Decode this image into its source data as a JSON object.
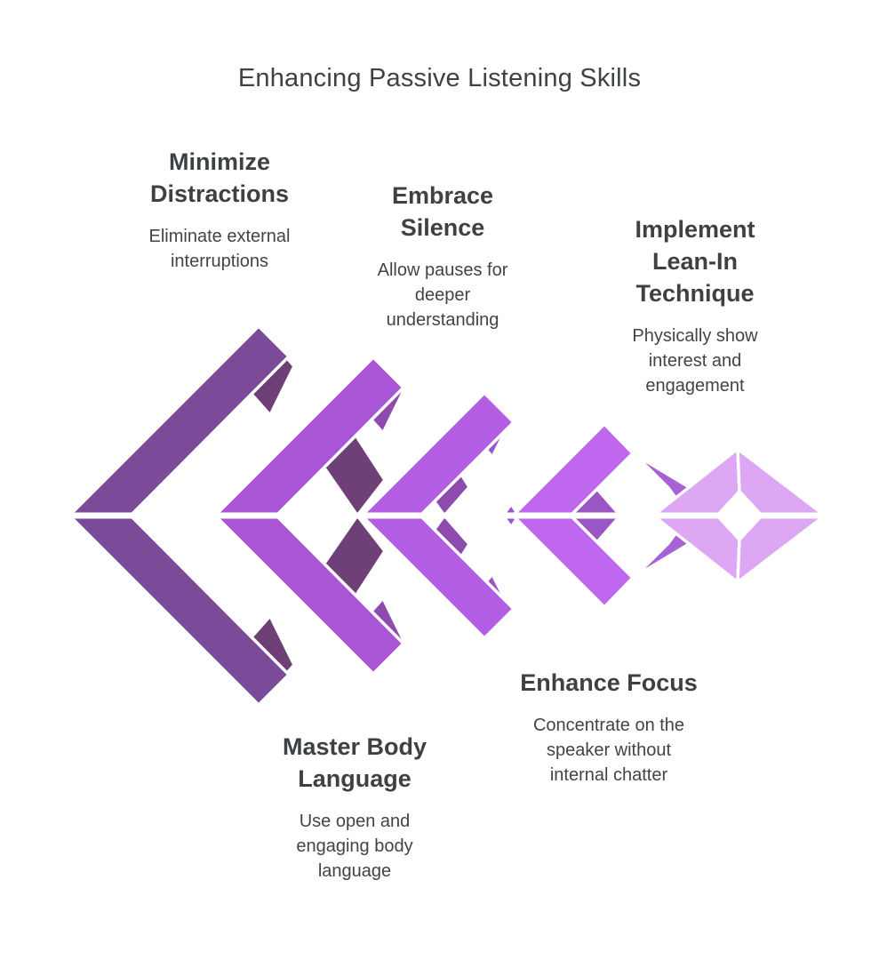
{
  "title": "Enhancing Passive Listening Skills",
  "items": [
    {
      "id": "minimize-distractions",
      "heading": "Minimize Distractions",
      "description": "Eliminate external interruptions"
    },
    {
      "id": "embrace-silence",
      "heading": "Embrace Silence",
      "description": "Allow pauses for deeper understanding"
    },
    {
      "id": "implement-lean-in-technique",
      "heading": "Implement Lean-In Technique",
      "description": "Physically show interest and engagement"
    },
    {
      "id": "master-body-language",
      "heading": "Master Body Language",
      "description": "Use open and engaging body language"
    },
    {
      "id": "enhance-focus",
      "heading": "Enhance Focus",
      "description": "Concentrate on the speaker without internal chatter"
    }
  ],
  "graphic": {
    "background": "#ffffff",
    "seam_color": "#ffffff",
    "text_color": "#3f4245",
    "units": [
      {
        "name": "chevron-1",
        "main_color": "#7b4a99",
        "fold_color": "#6e4077"
      },
      {
        "name": "chevron-2",
        "main_color": "#a855d6",
        "fold_color": "#8d4bae"
      },
      {
        "name": "chevron-3",
        "main_color": "#b35ee2",
        "fold_color": "#9b56c6"
      },
      {
        "name": "chevron-4",
        "main_color": "#bf68ef",
        "fold_color": "#a763d6"
      },
      {
        "name": "hexagon-ring",
        "main_color": "#dda7f4",
        "fold_color": "#dda7f4"
      }
    ]
  }
}
